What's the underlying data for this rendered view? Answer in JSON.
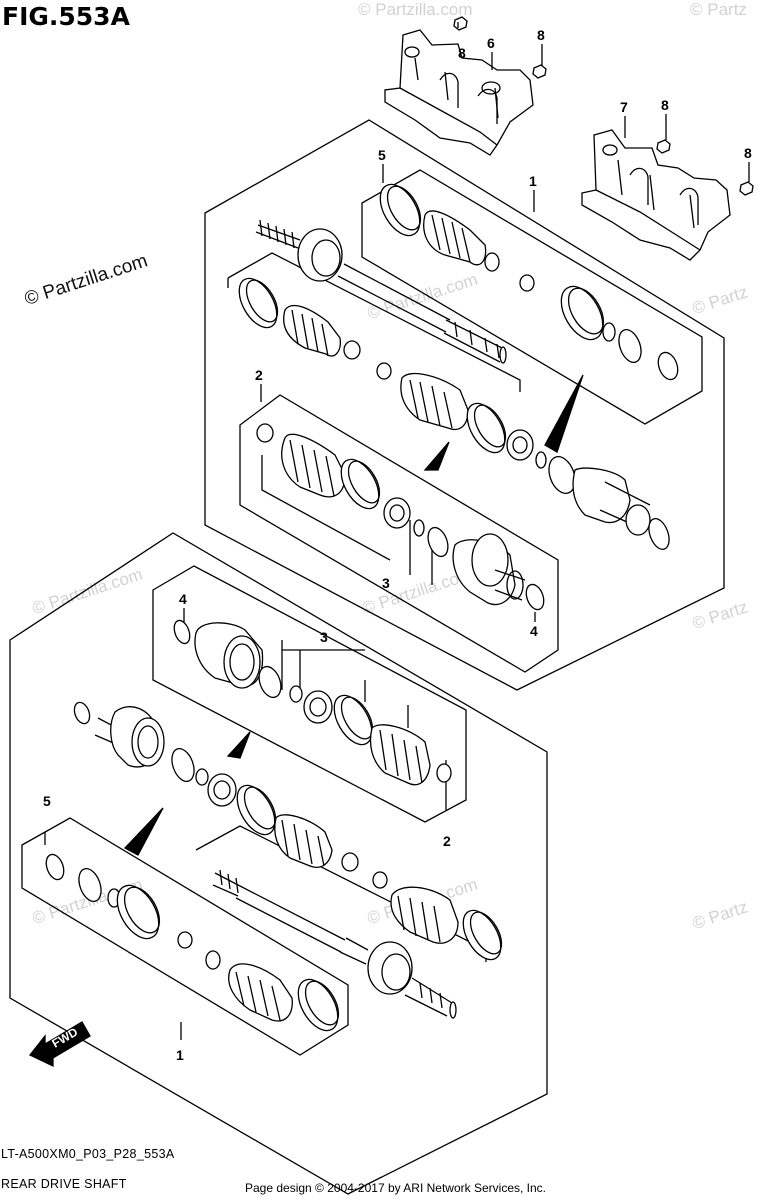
{
  "figure": {
    "title": "FIG.553A",
    "code": "LT-A500XM0_P03_P28_553A",
    "name": "REAR DRIVE SHAFT"
  },
  "footer": {
    "credit": "Page design © 2004-2017 by ARI Network Services, Inc."
  },
  "watermark": {
    "main": "© Partzilla.com",
    "ghost": "© Partzilla.com",
    "ghost_short": "© Partz"
  },
  "callouts": {
    "c1_top": "1",
    "c2_top": "2",
    "c3_top": "3",
    "c4_top": "4",
    "c5_top": "5",
    "c6": "6",
    "c7": "7",
    "c8_a": "8",
    "c8_b": "8",
    "c8_c": "8",
    "c8_d": "8",
    "c4_mid": "4",
    "c3_mid": "3",
    "c2_bot": "2",
    "c5_bot": "5",
    "c1_bot": "1"
  },
  "fwd_label": "FWD",
  "colors": {
    "line": "#000000",
    "paper": "#ffffff",
    "watermark": "#d2d2d2"
  }
}
